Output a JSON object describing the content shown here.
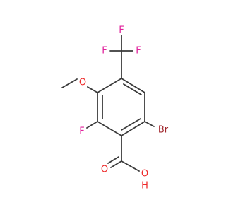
{
  "molecule": {
    "atoms": [
      {
        "label": "F",
        "color": "#e0219b"
      },
      {
        "label": "F",
        "color": "#e0219b"
      },
      {
        "label": "F",
        "color": "#e0219b"
      },
      {
        "label": "O",
        "color": "#ee2a2a"
      },
      {
        "label": "F",
        "color": "#e0219b"
      },
      {
        "label": "Br",
        "color": "#a0262c"
      },
      {
        "label": "O",
        "color": "#ee2a2a"
      },
      {
        "label": "OH",
        "color": "#ee2a2a"
      },
      {
        "label": "H",
        "color": "#ee2a2a"
      }
    ],
    "bond_color": "#3a3a3a"
  }
}
